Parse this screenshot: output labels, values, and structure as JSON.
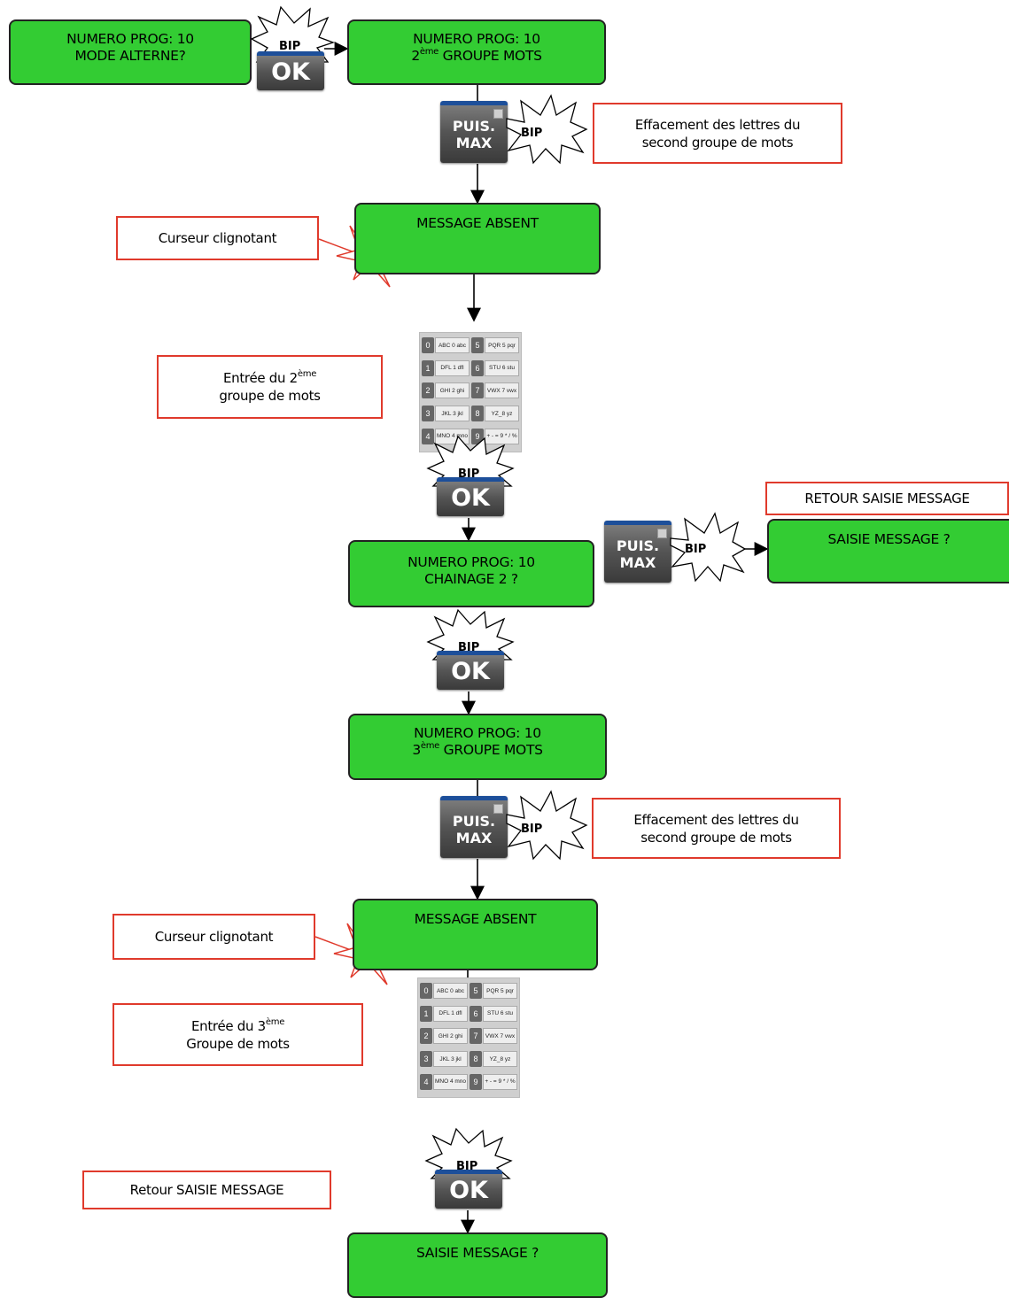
{
  "states": {
    "prog_alterne": [
      "NUMERO PROG: 10",
      "MODE ALTERNE?"
    ],
    "prog_groupe2": [
      "NUMERO PROG: 10",
      "2",
      "ème",
      " GROUPE MOTS"
    ],
    "message_absent_1": "MESSAGE ABSENT",
    "prog_chainage2": [
      "NUMERO PROG: 10",
      "CHAINAGE 2 ?"
    ],
    "saisie_message_side": "SAISIE MESSAGE ?",
    "prog_groupe3": [
      "NUMERO PROG: 10",
      "3",
      "ème",
      " GROUPE MOTS"
    ],
    "message_absent_2": "MESSAGE ABSENT",
    "saisie_message_final": "SAISIE MESSAGE ?"
  },
  "notes": {
    "effacement_1": [
      "Effacement des lettres du",
      "second groupe de mots"
    ],
    "curseur_1": "Curseur clignotant",
    "entree_2": [
      "Entrée du 2",
      "ème",
      "groupe de mots"
    ],
    "retour_saisie_top": "RETOUR SAISIE MESSAGE",
    "effacement_2": [
      "Effacement des lettres du",
      "second groupe de mots"
    ],
    "curseur_2": "Curseur clignotant",
    "entree_3": [
      "Entrée du 3",
      "ème",
      "Groupe de mots"
    ],
    "retour_saisie_bottom": "Retour SAISIE MESSAGE"
  },
  "buttons": {
    "ok": "OK",
    "puis_max": [
      "PUIS.",
      "MAX"
    ],
    "bip": "BIP"
  },
  "keypad": {
    "keys": [
      [
        {
          "n": "0",
          "l": "ABC 0 abc"
        },
        {
          "n": "5",
          "l": "PQR 5 pqr"
        }
      ],
      [
        {
          "n": "1",
          "l": "DFL 1 dfl"
        },
        {
          "n": "6",
          "l": "STU 6 stu"
        }
      ],
      [
        {
          "n": "2",
          "l": "GHI 2 ghi"
        },
        {
          "n": "7",
          "l": "VWX 7 vwx"
        }
      ],
      [
        {
          "n": "3",
          "l": "JKL 3 jkl"
        },
        {
          "n": "8",
          "l": "YZ_8 yz"
        }
      ],
      [
        {
          "n": "4",
          "l": "MNO 4 mno"
        },
        {
          "n": "9",
          "l": "+ - = 9 * / %"
        }
      ]
    ]
  },
  "colors": {
    "state_fill": "#33cc33",
    "note_border": "#e03a2c",
    "button_top": "#1d4f9a",
    "button_body": "#555555"
  }
}
